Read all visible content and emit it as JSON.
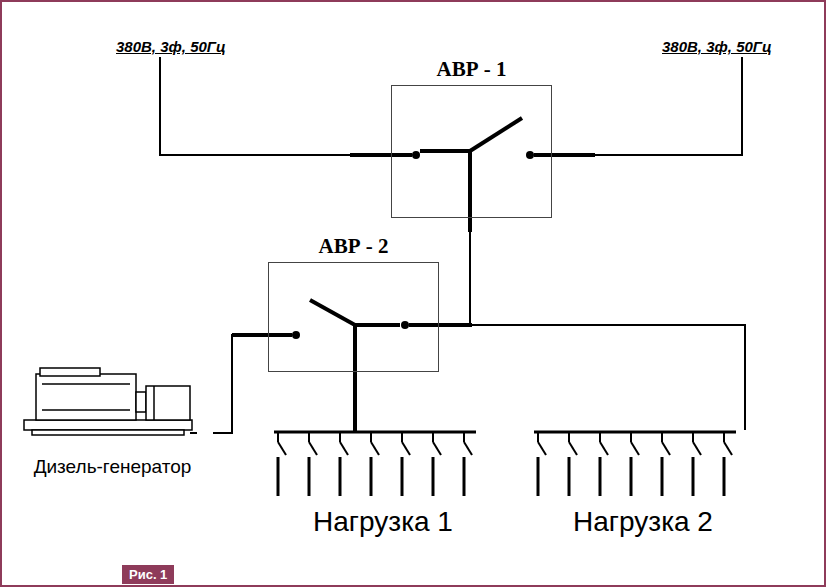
{
  "diagram": {
    "nodes": [
      {
        "text": [
          "380В, 3ф, 50Гц"
        ]
      },
      {
        "text": [
          "АВР - 1"
        ]
      },
      {
        "text": [
          "380В, 3ф, 50Гц"
        ]
      },
      {
        "text": [
          "АВР - 2"
        ]
      },
      {
        "text": [
          "Дизель-генератор"
        ]
      },
      {
        "text": [
          "Нагрузка 1"
        ]
      },
      {
        "text": [
          "Нагрузка 2"
        ]
      }
    ],
    "edges": [
      {
        "from": 0,
        "to": 1,
        "arrow": "none"
      },
      {
        "from": 2,
        "to": 1,
        "arrow": "none"
      },
      {
        "from": 1,
        "to": 3,
        "arrow": "none"
      },
      {
        "from": 1,
        "to": 6,
        "arrow": "none"
      },
      {
        "from": 4,
        "to": 3,
        "arrow": "none"
      },
      {
        "from": 3,
        "to": 5,
        "arrow": "none"
      }
    ],
    "labels": [
      "Рис. 1"
    ]
  }
}
